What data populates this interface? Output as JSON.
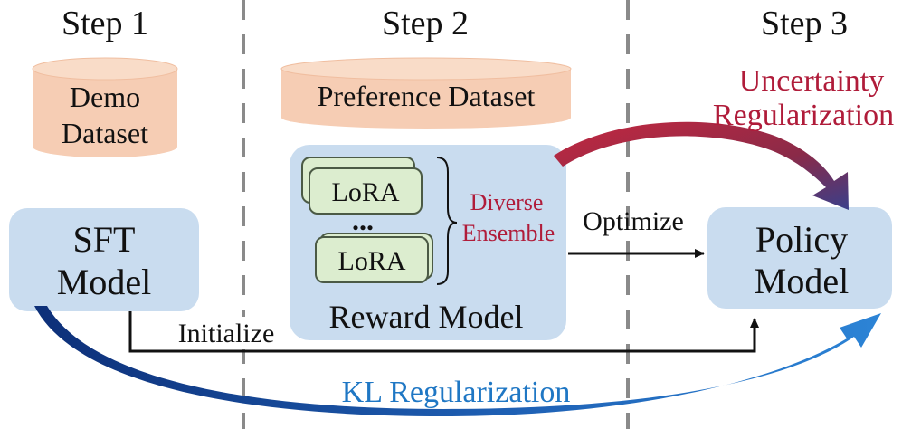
{
  "steps": [
    "Step 1",
    "Step 2",
    "Step 3"
  ],
  "demo_dataset": {
    "line1": "Demo",
    "line2": "Dataset"
  },
  "preference_dataset": "Preference Dataset",
  "sft_model": {
    "line1": "SFT",
    "line2": "Model"
  },
  "reward_model": {
    "title": "Reward Model",
    "lora_top": "LoRA",
    "lora_bottom": "LoRA",
    "dots": "...",
    "diverse": "Diverse",
    "ensemble": "Ensemble"
  },
  "policy_model": {
    "line1": "Policy",
    "line2": "Model"
  },
  "labels": {
    "optimize": "Optimize",
    "initialize": "Initialize",
    "uncertainty_line1": "Uncertainty",
    "uncertainty_line2": "Regularization",
    "kl": "KL Regularization"
  },
  "colors": {
    "box_fill": "#c9dcef",
    "cylinder_fill": "#f6cdb4",
    "lora_fill": "#dcedcf",
    "lora_stroke": "#4b5a45",
    "red": "#b01c3a",
    "blue": "#1f77c4",
    "divider": "#8a8a8a"
  }
}
